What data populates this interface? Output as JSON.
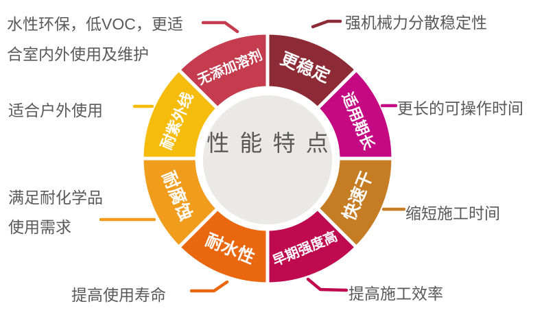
{
  "center": {
    "line1": "性 能",
    "line2": "特 点",
    "fill": "#EAE9E7",
    "text_color": "#595959"
  },
  "wheel": {
    "segments": [
      {
        "label": "更稳定",
        "color": "#8C2A35"
      },
      {
        "label": "适用期长",
        "color": "#C40982"
      },
      {
        "label": "快速干",
        "color": "#C67C22"
      },
      {
        "label": "早期强度高",
        "color": "#BF0A50"
      },
      {
        "label": "耐水性",
        "color": "#E9680F"
      },
      {
        "label": "耐腐蚀",
        "color": "#F09C1C"
      },
      {
        "label": "耐紫外线",
        "color": "#F6BC0C"
      },
      {
        "label": "无添加溶剂",
        "color": "#C43C4E"
      }
    ],
    "label_color": "#FFFFFF"
  },
  "callouts": {
    "text_color": "#595959",
    "top_left": {
      "lines": [
        "水性环保，低VOC，更适",
        "合室内外使用及维护"
      ]
    },
    "mechanical": {
      "text": "强机械力分散稳定性"
    },
    "outdoor": {
      "text": "适合户外使用"
    },
    "worktime": {
      "text": "更长的可操作时间"
    },
    "chemical": {
      "lines": [
        "满足耐化学品",
        "使用需求"
      ]
    },
    "shorten": {
      "text": "缩短施工时间"
    },
    "lifespan": {
      "text": "提高使用寿命"
    },
    "efficiency": {
      "text": "提高施工效率"
    }
  }
}
